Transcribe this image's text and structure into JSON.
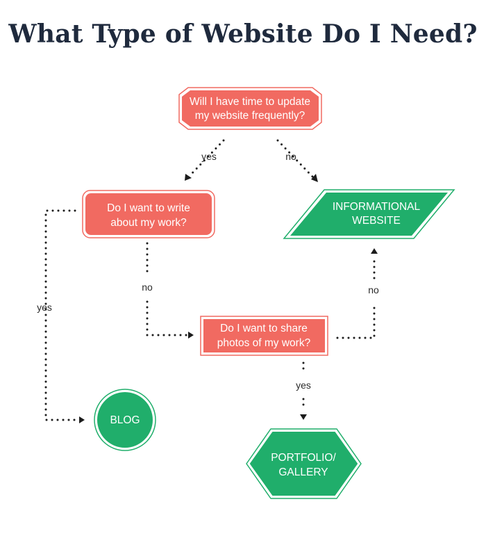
{
  "title": "What Type of Website Do I Need?",
  "colors": {
    "question_fill": "#F16A61",
    "result_fill": "#20AE6B",
    "outline_question": "#F16A61",
    "outline_result": "#20AE6B",
    "title": "#1F2A3D"
  },
  "nodes": {
    "q_update": {
      "line1": "Will I have time to update",
      "line2": "my website frequently?"
    },
    "q_write": {
      "line1": "Do I want to write",
      "line2": "about my work?"
    },
    "q_share": {
      "line1": "Do I want to share",
      "line2": "photos of my work?"
    },
    "r_informational": {
      "line1": "INFORMATIONAL",
      "line2": "WEBSITE"
    },
    "r_blog": {
      "label": "BLOG"
    },
    "r_portfolio": {
      "line1": "PORTFOLIO/",
      "line2": "GALLERY"
    }
  },
  "edges": {
    "update_yes": "yes",
    "update_no": "no",
    "write_yes": "yes",
    "write_no": "no",
    "share_yes": "yes",
    "share_no": "no"
  }
}
